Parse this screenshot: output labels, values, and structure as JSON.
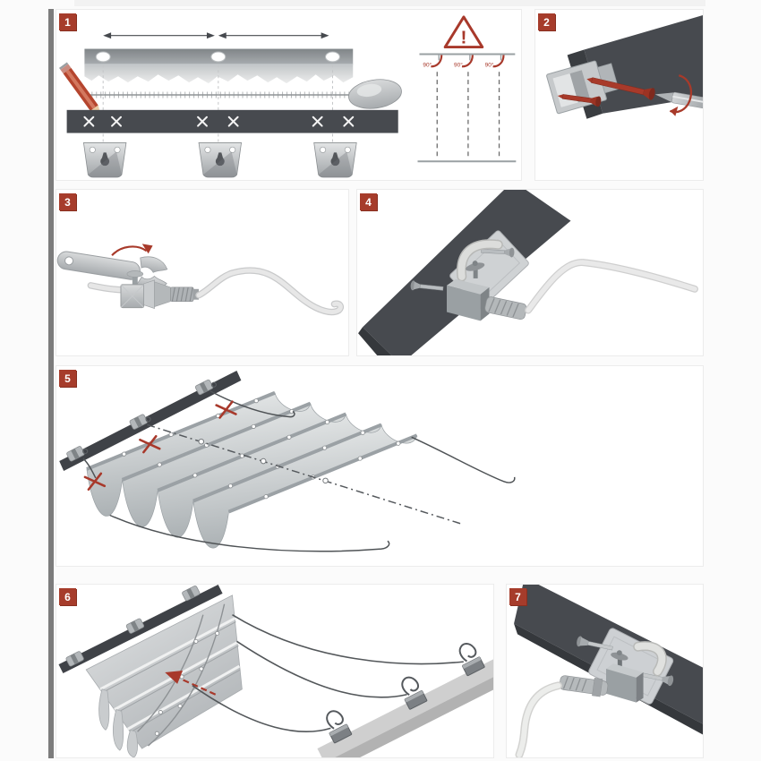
{
  "page": {
    "background": "#fbfbfb",
    "panel_background": "#ffffff",
    "panel_border": "#ececec",
    "left_stripe_color": "#7c7c7c",
    "accent_red": "#a63c2b",
    "beam_color": "#474a4f",
    "metal_color": "#b9bdc0",
    "cord_color": "#e6e6e6"
  },
  "steps": [
    "1",
    "2",
    "3",
    "4",
    "5",
    "6",
    "7"
  ],
  "panel1": {
    "warning_mark": "!",
    "angle_labels": [
      "90°",
      "90°",
      "90°"
    ]
  }
}
